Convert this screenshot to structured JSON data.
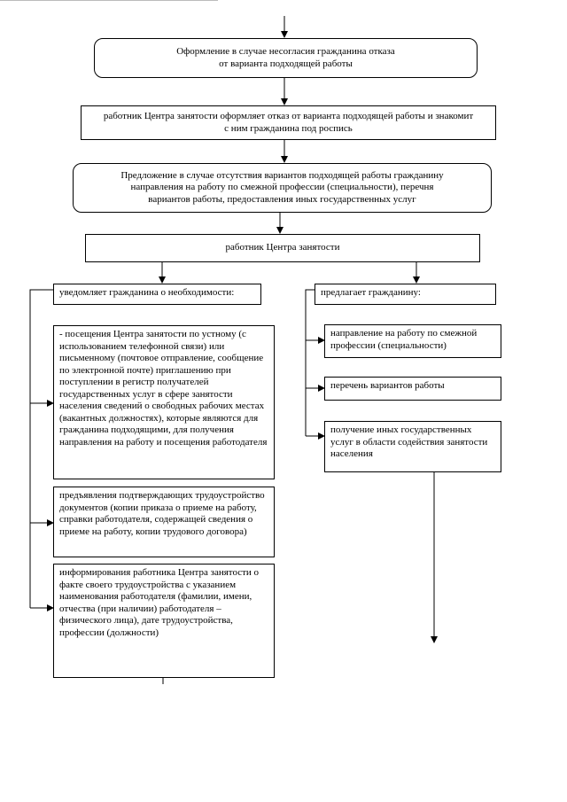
{
  "boxes": {
    "b1": "Оформление в случае несогласия гражданина отказа\nот варианта подходящей работы",
    "b2": "работник Центра занятости оформляет отказ от варианта подходящей работы и знакомит\nс ним гражданина под роспись",
    "b3": "Предложение в случае отсутствия вариантов подходящей работы гражданину\nнаправления на работу по смежной профессии (специальности), перечня\nвариантов работы, предоставления иных государственных услуг",
    "b4": "работник Центра занятости",
    "left_header": "уведомляет гражданина о необходимости:",
    "left_1": "- посещения Центра занятости по устному (с использованием телефонной связи) или письменному (почтовое отправление, сообщение по электронной почте) приглашению при поступлении в регистр получателей государственных услуг в сфере занятости населения  сведений о свободных рабочих местах (вакантных должностях), которые являются для гражданина подходящими, для получения направления на работу и посещения работодателя",
    "left_2": "предъявления подтверждающих трудоустройство документов (копии приказа о приеме на работу, справки работодателя, содержащей сведения о приеме на работу, копии трудового договора)",
    "left_3": "информирования работника Центра занятости о факте своего трудоустройства с указанием наименования работодателя (фамилии, имени, отчества (при наличии) работодателя – физического лица), дате трудоустройства, профессии (должности)",
    "right_header": "предлагает гражданину:",
    "right_1": "направление на работу по смежной профессии (специальности)",
    "right_2": "перечень вариантов работы",
    "right_3": "получение иных государственных услуг в области содействия занятости населения"
  }
}
